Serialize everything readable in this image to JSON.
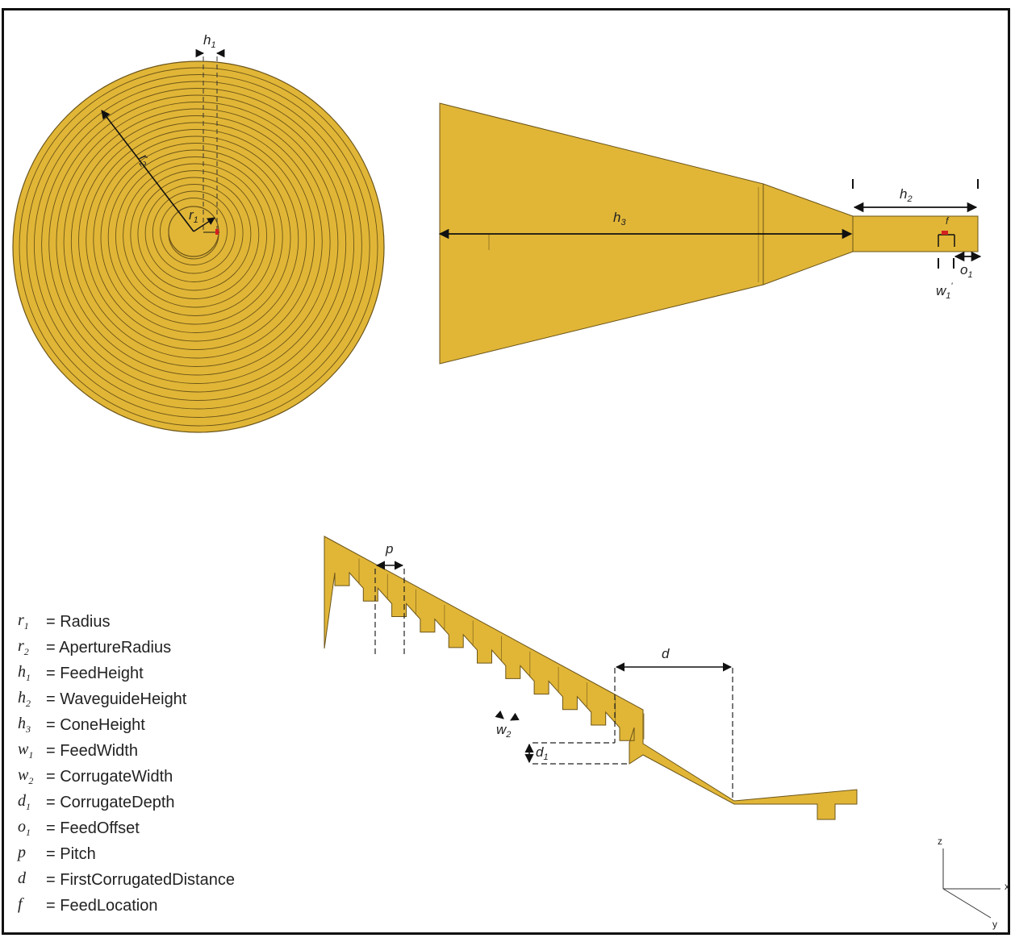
{
  "colors": {
    "metal": "#E1B637",
    "edge": "#6b5418",
    "feed": "#d42020",
    "ink": "#111111"
  },
  "labels": {
    "top_view": {
      "h1": "h",
      "h1_sub": "1",
      "r2": "r",
      "r2_sub": "2",
      "r1": "r",
      "r1_sub": "1"
    },
    "side_view": {
      "h2": "h",
      "h2_sub": "2",
      "h3": "h",
      "h3_sub": "3",
      "o1": "o",
      "o1_sub": "1",
      "w1": "w",
      "w1_sub": "1",
      "f": "f"
    },
    "section_view": {
      "p": "p",
      "d": "d",
      "w2": "w",
      "w2_sub": "2",
      "d1": "d",
      "d1_sub": "1"
    }
  },
  "legend": [
    {
      "sym": "r",
      "sub": "1",
      "desc": "= Radius"
    },
    {
      "sym": "r",
      "sub": "2",
      "desc": "= ApertureRadius"
    },
    {
      "sym": "h",
      "sub": "1",
      "desc": "= FeedHeight"
    },
    {
      "sym": "h",
      "sub": "2",
      "desc": "= WaveguideHeight"
    },
    {
      "sym": "h",
      "sub": "3",
      "desc": "= ConeHeight"
    },
    {
      "sym": "w",
      "sub": "1",
      "desc": "= FeedWidth"
    },
    {
      "sym": "w",
      "sub": "2",
      "desc": "= CorrugateWidth"
    },
    {
      "sym": "d",
      "sub": "1",
      "desc": "= CorrugateDepth"
    },
    {
      "sym": "o",
      "sub": "1",
      "desc": "= FeedOffset"
    },
    {
      "sym": "p",
      "sub": "",
      "desc": "= Pitch"
    },
    {
      "sym": "d",
      "sub": "",
      "desc": "= FirstCorrugatedDistance"
    },
    {
      "sym": "f⃗",
      "sub": "",
      "desc": "= FeedLocation"
    }
  ],
  "axes": {
    "z": "z",
    "x": "x",
    "y": "y"
  }
}
